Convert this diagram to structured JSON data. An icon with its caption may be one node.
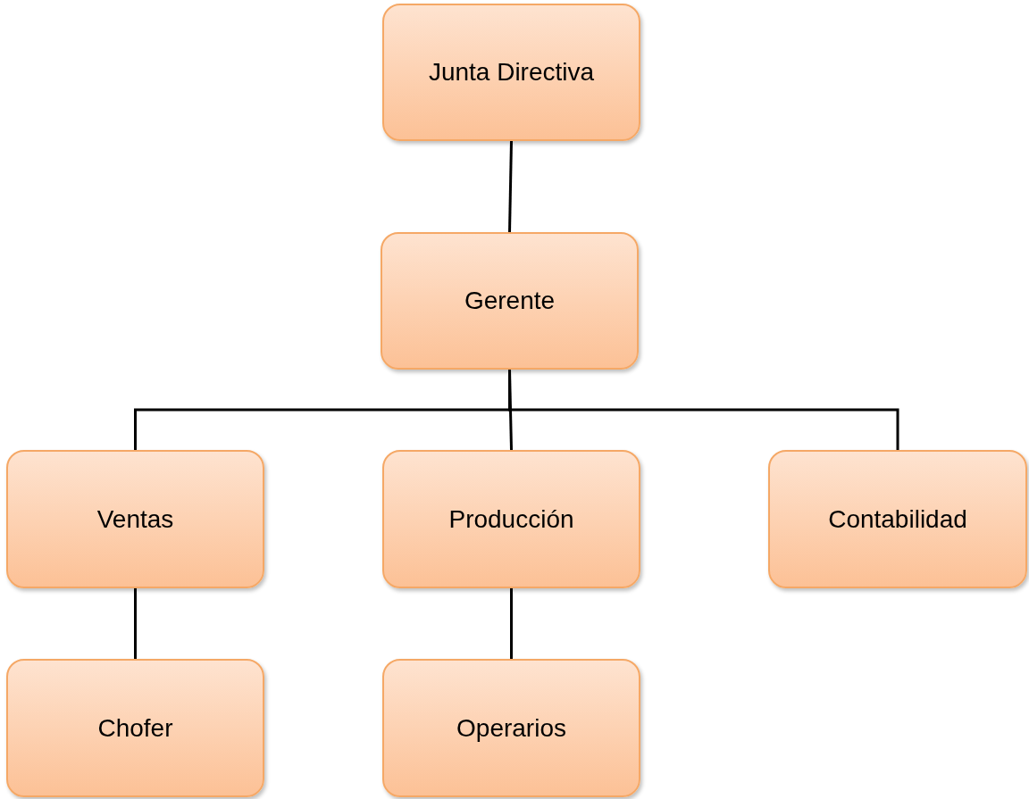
{
  "diagram": {
    "nodes": [
      {
        "text": [
          "Junta Directiva"
        ]
      },
      {
        "text": [
          "Gerente"
        ]
      },
      {
        "text": [
          "Ventas"
        ]
      },
      {
        "text": [
          "Producción"
        ]
      },
      {
        "text": [
          "Contabilidad"
        ]
      },
      {
        "text": [
          "Chofer"
        ]
      },
      {
        "text": [
          "Operarios"
        ]
      }
    ],
    "edges": [
      {
        "from": 0,
        "to": 1,
        "arrow": "none"
      },
      {
        "from": 1,
        "to": 2,
        "arrow": "none"
      },
      {
        "from": 1,
        "to": 3,
        "arrow": "none"
      },
      {
        "from": 1,
        "to": 4,
        "arrow": "none"
      },
      {
        "from": 2,
        "to": 5,
        "arrow": "none"
      },
      {
        "from": 3,
        "to": 6,
        "arrow": "none"
      }
    ]
  }
}
